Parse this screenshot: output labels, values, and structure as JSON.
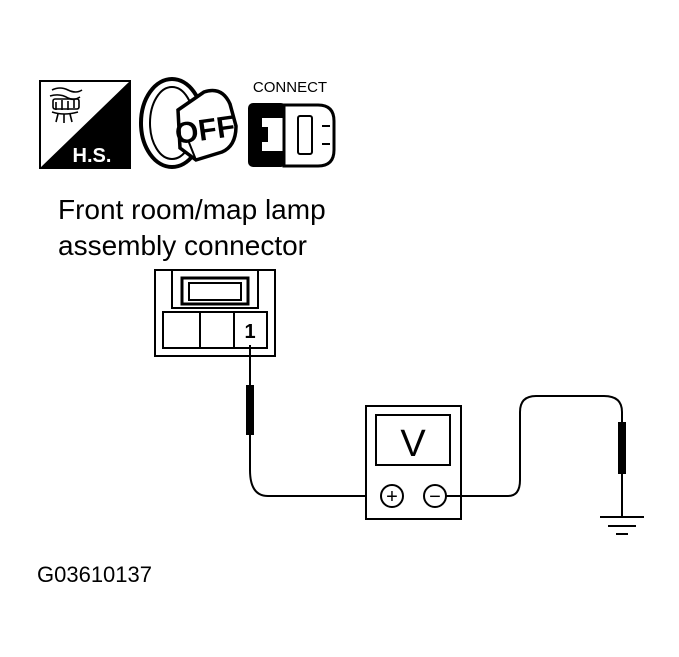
{
  "icons": {
    "hs_label": "H.S.",
    "off_label": "OFF",
    "connect_label": "CONNECT"
  },
  "connector": {
    "title_line1": "Front room/map lamp",
    "title_line2": "assembly connector",
    "terminal_label": "1"
  },
  "meter": {
    "display": "V",
    "positive_symbol": "+",
    "negative_symbol": "−"
  },
  "figure_id": "G03610137"
}
